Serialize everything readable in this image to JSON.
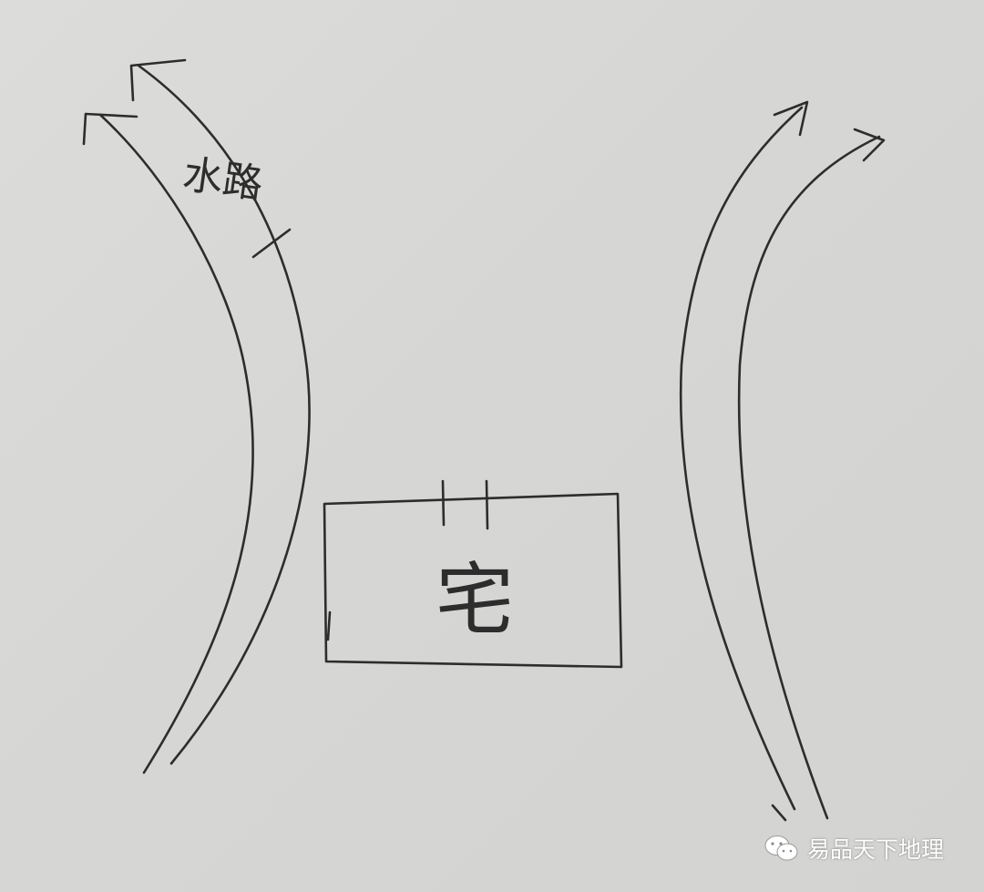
{
  "diagram": {
    "water_road_label": "水路",
    "house_label": "宅"
  },
  "watermark": {
    "text": "易品天下地理",
    "icon": "wechat-icon"
  },
  "colors": {
    "paper": "#d9d9d7",
    "ink": "#2d2d2d",
    "watermark_text": "#ffffff"
  }
}
